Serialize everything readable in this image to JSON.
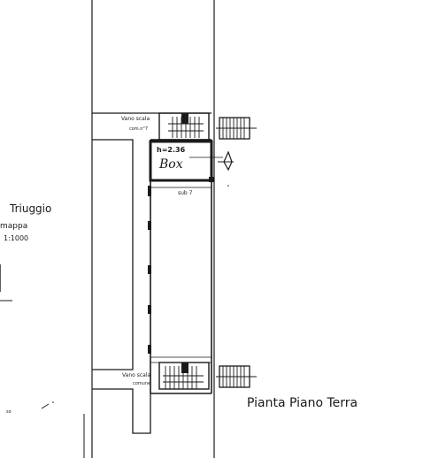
{
  "labels": {
    "stair_top": "Vano scala",
    "stair_top_sub": "com.n°7",
    "stair_bottom": "Vano scala",
    "stair_bottom_sub": "comune",
    "box_height": "h=2.36",
    "box_name": "Box",
    "sub_number": "sub 7",
    "location": "Triuggio",
    "map_word": "mappa",
    "scale": "1:1000",
    "floor_title": "Pianta Piano Terra",
    "corner_mark": "so"
  },
  "colors": {
    "ink": "#1a1a1a",
    "paper": "#ffffff"
  }
}
